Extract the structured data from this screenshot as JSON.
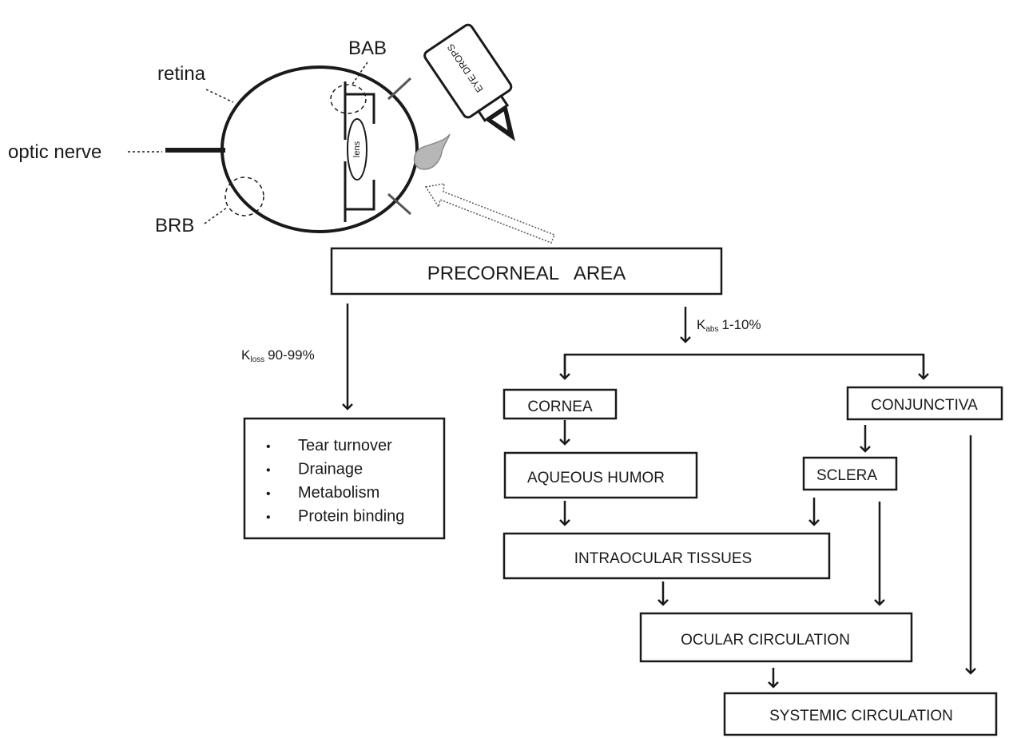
{
  "eye": {
    "optic_nerve": "optic nerve",
    "retina": "retina",
    "bab": "BAB",
    "brb": "BRB",
    "lens": "lens",
    "eye_drops": "EYE DROPS"
  },
  "boxes": {
    "precorneal": "PRECORNEAL   AREA",
    "cornea": "CORNEA",
    "conjunctiva": "CONJUNCTIVA",
    "aqueous": "AQUEOUS HUMOR",
    "sclera": "SCLERA",
    "intraocular": "INTRAOCULAR TISSUES",
    "ocular_circ": "OCULAR CIRCULATION",
    "systemic_circ": "SYSTEMIC CIRCULATION"
  },
  "rates": {
    "kloss_k": "K",
    "kloss_sub": "loss",
    "kloss_value": "90-99%",
    "kabs_k": "K",
    "kabs_sub": "abs",
    "kabs_value": "1-10%"
  },
  "loss_items": [
    "Tear turnover",
    "Drainage",
    "Metabolism",
    "Protein binding"
  ],
  "bullet": "•"
}
